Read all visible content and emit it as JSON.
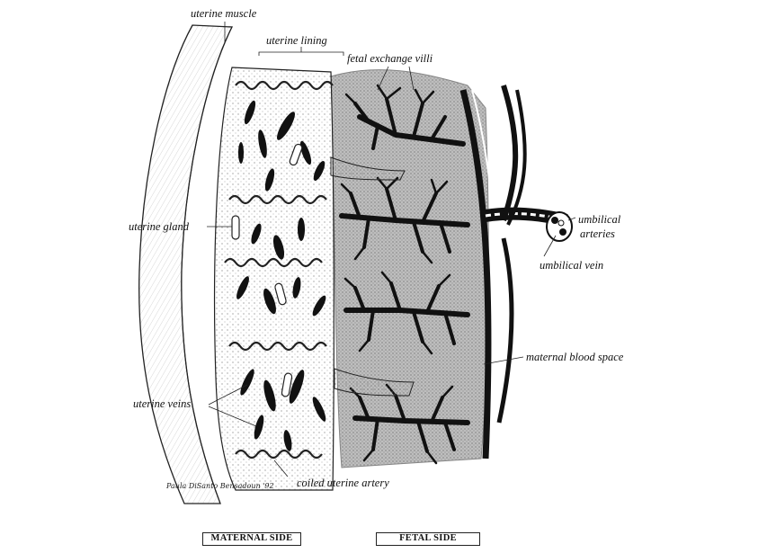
{
  "labels": {
    "uterine_muscle": "uterine muscle",
    "uterine_lining": "uterine lining",
    "fetal_exchange_villi": "fetal exchange villi",
    "uterine_gland": "uterine gland",
    "umbilical_arteries_line1": "umbilical",
    "umbilical_arteries_line2": "arteries",
    "umbilical_vein": "umbilical vein",
    "maternal_blood_space": "maternal blood space",
    "uterine_veins": "uterine veins",
    "coiled_uterine_artery": "coiled uterine artery"
  },
  "signature": "Paula DiSanto Bensadoun '92",
  "footer": {
    "maternal_side": "MATERNAL SIDE",
    "fetal_side": "FETAL SIDE"
  },
  "colors": {
    "ink": "#111111",
    "background": "#ffffff",
    "shading": "#555555"
  }
}
